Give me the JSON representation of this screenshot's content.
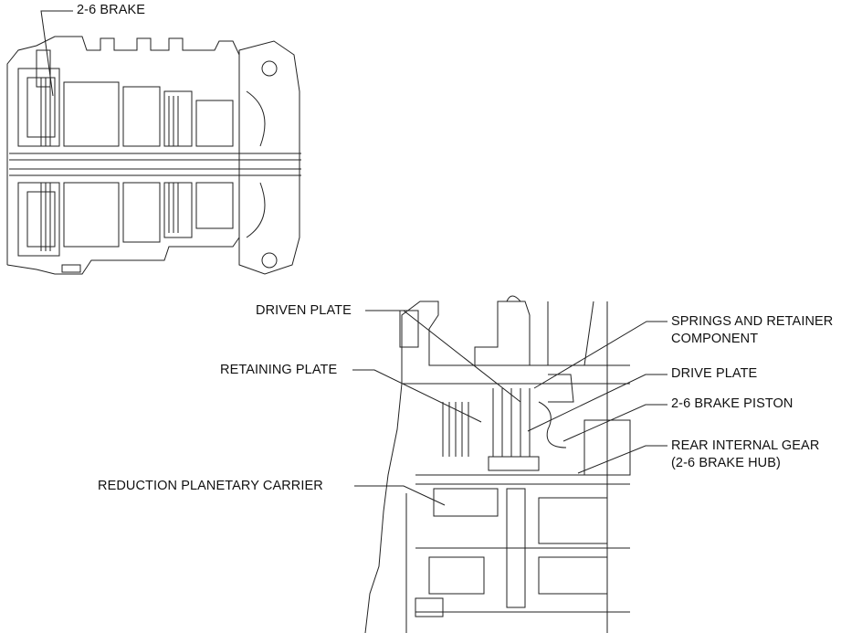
{
  "overview": {
    "label": "2-6 BRAKE"
  },
  "detail": {
    "labels_left": [
      "DRIVEN PLATE",
      "RETAINING PLATE",
      "REDUCTION PLANETARY CARRIER"
    ],
    "labels_right": [
      {
        "line1": "SPRINGS AND RETAINER",
        "line2": "COMPONENT"
      },
      {
        "line1": "DRIVE PLATE"
      },
      {
        "line1": "2-6 BRAKE PISTON"
      },
      {
        "line1": "REAR INTERNAL GEAR",
        "line2": "(2-6 BRAKE HUB)"
      }
    ]
  }
}
